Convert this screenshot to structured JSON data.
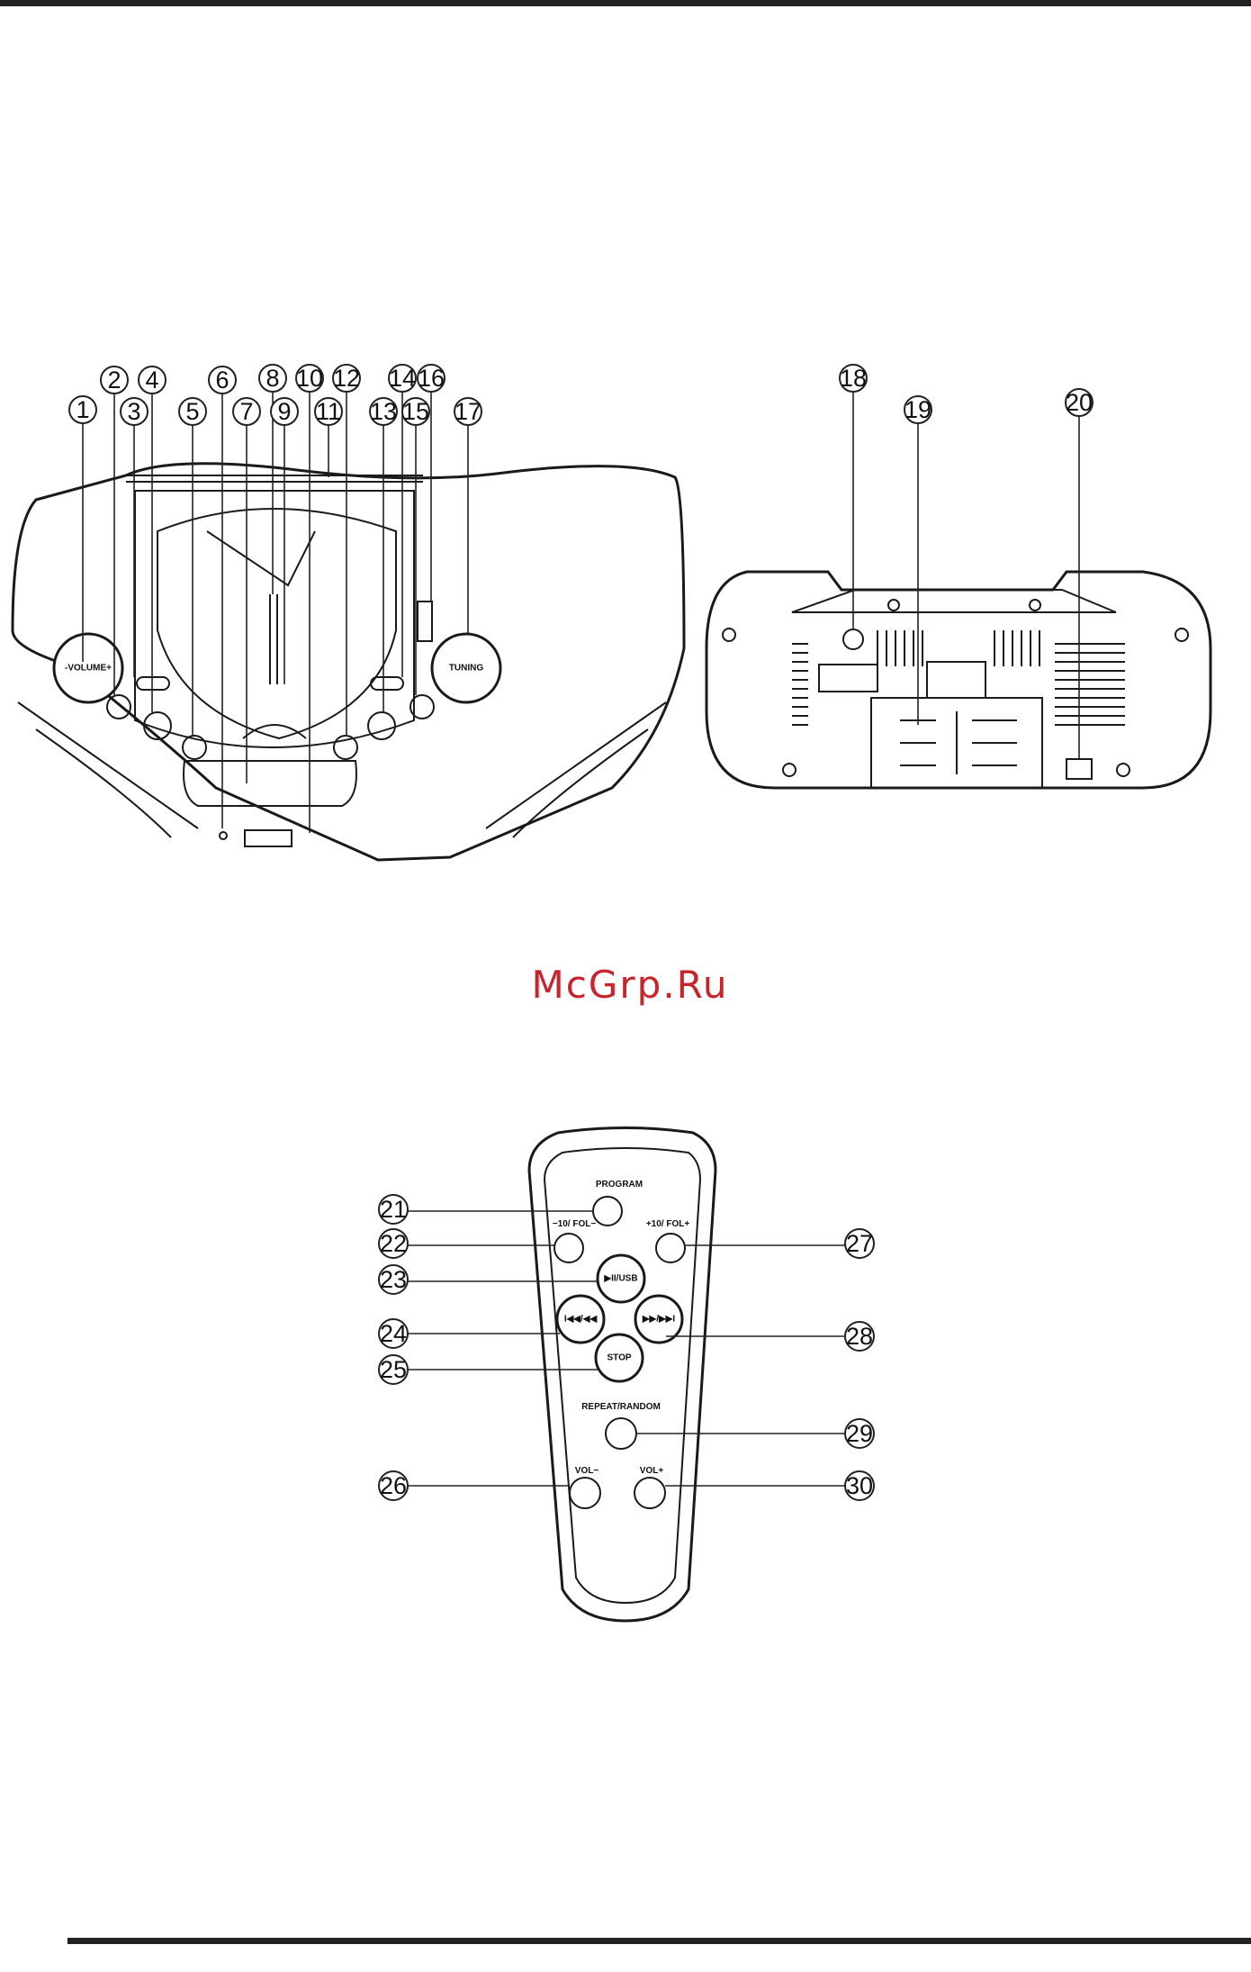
{
  "watermark": "McGrp.Ru",
  "front_view": {
    "callouts": [
      "1",
      "2",
      "3",
      "4",
      "5",
      "6",
      "7",
      "8",
      "9",
      "10",
      "11",
      "12",
      "13",
      "14",
      "15",
      "16",
      "17"
    ],
    "knob_left_label": "-VOLUME+",
    "knob_right_label": "TUNING"
  },
  "rear_view": {
    "callouts": [
      "18",
      "19",
      "20"
    ]
  },
  "remote": {
    "callouts": [
      "21",
      "22",
      "23",
      "24",
      "25",
      "26",
      "27",
      "28",
      "29",
      "30"
    ],
    "button_labels": {
      "program": "PROGRAM",
      "minus10": "−10/ FOL−",
      "plus10": "+10/ FOL+",
      "play_usb": "▶II/USB",
      "prev": "I◀◀/◀◀",
      "next": "▶▶/▶▶I",
      "stop": "STOP",
      "repeat": "REPEAT/RANDOM",
      "vol_minus": "VOL−",
      "vol_plus": "VOL+"
    }
  }
}
